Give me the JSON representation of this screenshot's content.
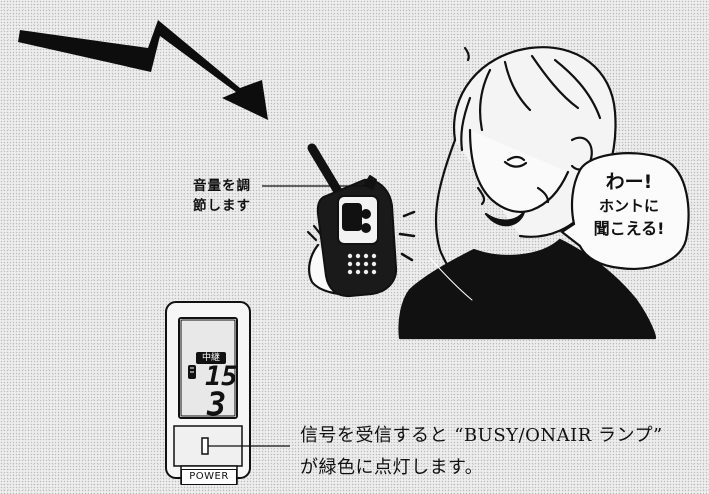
{
  "callouts": {
    "volume_line1": "音量を調",
    "volume_line2": "節します",
    "busy_line1": "信号を受信すると “BUSY/ONAIR ランプ”",
    "busy_line2": "が緑色に点灯します。"
  },
  "speech_bubble": {
    "line1": "わー!",
    "line2": "ホントに",
    "line3": "聞こえる!"
  },
  "device": {
    "lcd_badge": "中継",
    "channel": "15",
    "code": "3",
    "power_label": "POWER"
  },
  "icons": [
    "lightning-bolt-icon",
    "radio-signal-icon"
  ]
}
